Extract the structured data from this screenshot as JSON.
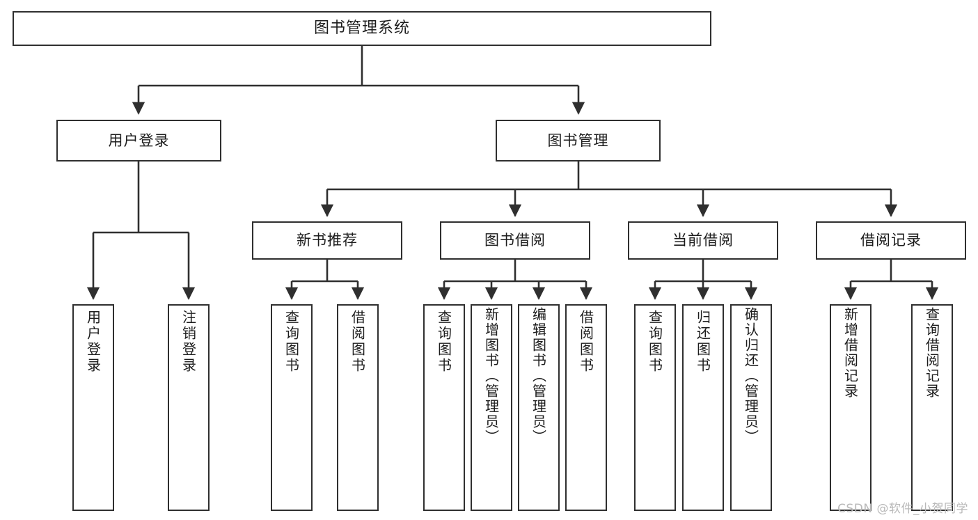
{
  "diagram": {
    "title": "图书管理系统",
    "type": "tree",
    "watermark": "CSDN @软件_小贺同学",
    "colors": {
      "box_border": "#2f2f2f",
      "box_fill": "#ffffff",
      "line": "#2f2f2f",
      "text": "#1c1c1c",
      "watermark": "#b9b9b9",
      "background": "#ffffff"
    },
    "levels": {
      "root": {
        "label": "图书管理系统"
      },
      "level2": [
        {
          "id": "user-login",
          "label": "用户登录"
        },
        {
          "id": "book-manage",
          "label": "图书管理"
        }
      ],
      "level3": [
        {
          "id": "new-book-rec",
          "label": "新书推荐",
          "parent": "book-manage"
        },
        {
          "id": "book-borrow",
          "label": "图书借阅",
          "parent": "book-manage"
        },
        {
          "id": "current-borrow",
          "label": "当前借阅",
          "parent": "book-manage"
        },
        {
          "id": "borrow-record",
          "label": "借阅记录",
          "parent": "book-manage"
        }
      ],
      "leaves": [
        {
          "id": "leaf-user-login",
          "label": "用户登录",
          "parent": "user-login"
        },
        {
          "id": "leaf-logout",
          "label": "注销登录",
          "parent": "user-login"
        },
        {
          "id": "leaf-query-book-rec",
          "label": "查询图书",
          "parent": "new-book-rec"
        },
        {
          "id": "leaf-borrow-book-rec",
          "label": "借阅图书",
          "parent": "new-book-rec"
        },
        {
          "id": "leaf-query-book-borrow",
          "label": "查询图书",
          "parent": "book-borrow"
        },
        {
          "id": "leaf-add-book",
          "label": "新增图书（管理员）",
          "parent": "book-borrow"
        },
        {
          "id": "leaf-edit-book",
          "label": "编辑图书（管理员）",
          "parent": "book-borrow"
        },
        {
          "id": "leaf-borrow-book",
          "label": "借阅图书",
          "parent": "book-borrow"
        },
        {
          "id": "leaf-query-book-current",
          "label": "查询图书",
          "parent": "current-borrow"
        },
        {
          "id": "leaf-return-book",
          "label": "归还图书",
          "parent": "current-borrow"
        },
        {
          "id": "leaf-confirm-return",
          "label": "确认归还（管理员）",
          "parent": "current-borrow"
        },
        {
          "id": "leaf-add-record",
          "label": "新增借阅记录",
          "parent": "borrow-record"
        },
        {
          "id": "leaf-query-record",
          "label": "查询借阅记录",
          "parent": "borrow-record"
        }
      ]
    }
  }
}
